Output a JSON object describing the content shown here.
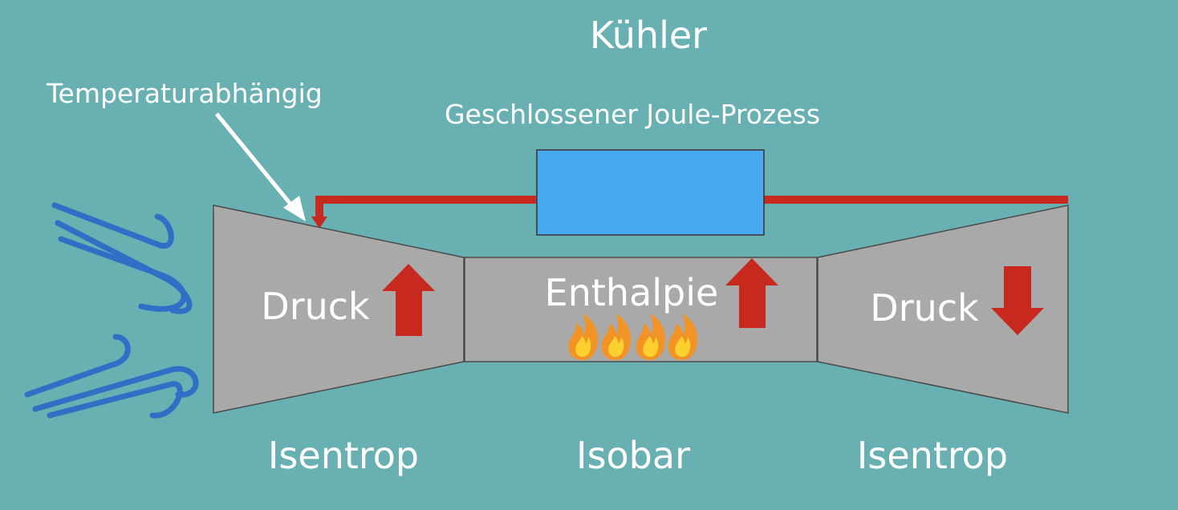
{
  "title": "Kühler",
  "subtitle": "Geschlossener Joule-Prozess",
  "annotation": "Temperaturabhängig",
  "compressor": {
    "label": "Druck",
    "arrow": "up"
  },
  "combustion": {
    "label": "Enthalpie",
    "arrow": "up",
    "flame_icons": [
      "flame-icon",
      "flame-icon",
      "flame-icon",
      "flame-icon"
    ]
  },
  "turbine": {
    "label": "Druck",
    "arrow": "down"
  },
  "bottom_labels": [
    "Isentrop",
    "Isobar",
    "Isentrop"
  ],
  "colors": {
    "background": "#68b0b1",
    "component_fill": "#a9a9a9",
    "cooler_fill": "#49a9ee",
    "line_red": "#c8291f",
    "wind_blue": "#2f6fc6",
    "text": "#ffffff"
  },
  "icons": [
    "wind-icon",
    "arrow-up-icon",
    "arrow-down-icon",
    "flame-icon"
  ]
}
